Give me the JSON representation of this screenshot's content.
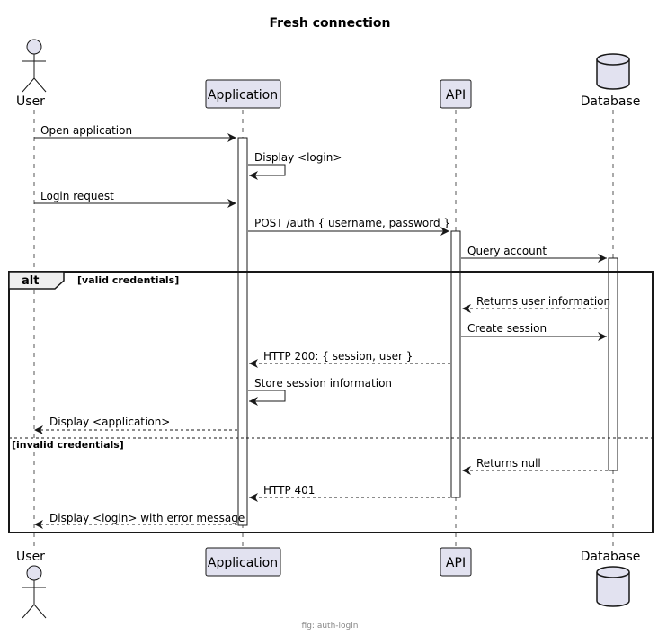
{
  "title": "Fresh connection",
  "caption": "fig: auth-login",
  "colors": {
    "participant_fill": "#E2E2F0",
    "participant_stroke": "#181818",
    "line": "#181818",
    "lifeline": "#555555",
    "alt_header_fill": "#EEEEEE"
  },
  "participants": {
    "user": "User",
    "app": "Application",
    "api": "API",
    "db": "Database"
  },
  "messages": {
    "m1": "Open application",
    "m2": "Display <login>",
    "m3": "Login request",
    "m4": "POST /auth { username, password }",
    "m5": "Query account",
    "m6": "Returns user information",
    "m7": "Create session",
    "m8": "HTTP 200: { session, user }",
    "m9": "Store session information",
    "m10": "Display <application>",
    "m11": "Returns null",
    "m12": "HTTP 401",
    "m13": "Display <login> with error message"
  },
  "alt": {
    "keyword": "alt",
    "guard_valid": "[valid credentials]",
    "guard_invalid": "[invalid credentials]"
  }
}
